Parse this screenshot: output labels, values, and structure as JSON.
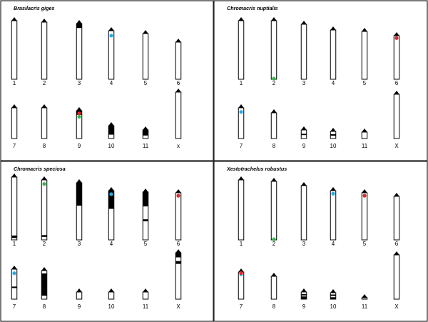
{
  "colors": {
    "blue": "#29abe2",
    "red": "#e8262b",
    "green": "#39b54a",
    "black": "#000000",
    "outline": "#000000"
  },
  "panels": [
    {
      "title": "Brasilacris giges",
      "chromosomes": [
        {
          "label": "1",
          "bands": [],
          "marks": []
        },
        {
          "label": "2",
          "bands": [],
          "marks": []
        },
        {
          "label": "3",
          "bands": [
            [
              0,
              0.08
            ]
          ],
          "marks": []
        },
        {
          "label": "4",
          "bands": [],
          "marks": [
            {
              "color": "blue",
              "at": 0.08
            }
          ]
        },
        {
          "label": "5",
          "bands": [],
          "marks": []
        },
        {
          "label": "6",
          "bands": [],
          "marks": []
        },
        {
          "label": "7",
          "bands": [],
          "marks": []
        },
        {
          "label": "8",
          "bands": [],
          "marks": []
        },
        {
          "label": "9",
          "bands": [
            [
              0,
              0.15
            ]
          ],
          "marks": [
            {
              "color": "red",
              "at": 0.06
            },
            {
              "color": "green",
              "at": 0.18
            }
          ]
        },
        {
          "label": "10",
          "bands": [
            [
              0,
              0.7
            ]
          ],
          "marks": []
        },
        {
          "label": "11",
          "bands": [
            [
              0,
              0.65
            ]
          ],
          "marks": []
        },
        {
          "label": "x",
          "bands": [],
          "marks": []
        }
      ]
    },
    {
      "title": "Chromacris nuptialis",
      "chromosomes": [
        {
          "label": "1",
          "bands": [],
          "marks": []
        },
        {
          "label": "2",
          "bands": [],
          "marks": [
            {
              "color": "green",
              "at": 0.97
            }
          ]
        },
        {
          "label": "3",
          "bands": [],
          "marks": []
        },
        {
          "label": "4",
          "bands": [],
          "marks": []
        },
        {
          "label": "5",
          "bands": [],
          "marks": []
        },
        {
          "label": "6",
          "bands": [],
          "marks": [
            {
              "color": "red",
              "at": 0.03
            }
          ]
        },
        {
          "label": "7",
          "bands": [],
          "marks": [
            {
              "color": "blue",
              "at": 0.1
            }
          ]
        },
        {
          "label": "8",
          "bands": [],
          "marks": []
        },
        {
          "label": "9",
          "bands": [
            [
              0.45,
              0.6
            ]
          ],
          "marks": []
        },
        {
          "label": "10",
          "bands": [
            [
              0.4,
              0.6
            ]
          ],
          "marks": []
        },
        {
          "label": "11",
          "bands": [],
          "marks": []
        },
        {
          "label": "X",
          "bands": [],
          "marks": []
        }
      ]
    },
    {
      "title": "Chromacris speciosa",
      "chromosomes": [
        {
          "label": "1",
          "bands": [
            [
              0.93,
              0.97
            ]
          ],
          "marks": []
        },
        {
          "label": "2",
          "bands": [
            [
              0.92,
              0.95
            ]
          ],
          "marks": [
            {
              "color": "green",
              "at": 0.05
            }
          ]
        },
        {
          "label": "3",
          "bands": [
            [
              0,
              0.4
            ]
          ],
          "marks": []
        },
        {
          "label": "4",
          "bands": [
            [
              0,
              0.37
            ]
          ],
          "marks": [
            {
              "color": "blue",
              "at": 0.05
            }
          ]
        },
        {
          "label": "5",
          "bands": [
            [
              0,
              0.3
            ],
            [
              0.57,
              0.61
            ]
          ],
          "marks": []
        },
        {
          "label": "6",
          "bands": [],
          "marks": [
            {
              "color": "red",
              "at": 0.04
            }
          ]
        },
        {
          "label": "7",
          "bands": [
            [
              0.58,
              0.63
            ]
          ],
          "marks": [
            {
              "color": "blue",
              "at": 0.1
            }
          ]
        },
        {
          "label": "8",
          "bands": [
            [
              0.1,
              0.88
            ]
          ],
          "marks": []
        },
        {
          "label": "9",
          "bands": [],
          "marks": []
        },
        {
          "label": "10",
          "bands": [],
          "marks": []
        },
        {
          "label": "11",
          "bands": [],
          "marks": []
        },
        {
          "label": "X",
          "bands": [
            [
              0,
              0.1
            ],
            [
              0.18,
              0.24
            ]
          ],
          "marks": []
        }
      ]
    },
    {
      "title": "Xestotrachelus robustus",
      "chromosomes": [
        {
          "label": "1",
          "bands": [],
          "marks": []
        },
        {
          "label": "2",
          "bands": [],
          "marks": [
            {
              "color": "green",
              "at": 0.97
            }
          ]
        },
        {
          "label": "3",
          "bands": [],
          "marks": []
        },
        {
          "label": "4",
          "bands": [],
          "marks": [
            {
              "color": "blue",
              "at": 0.04
            }
          ]
        },
        {
          "label": "5",
          "bands": [],
          "marks": [
            {
              "color": "red",
              "at": 0.04
            }
          ]
        },
        {
          "label": "6",
          "bands": [],
          "marks": []
        },
        {
          "label": "7",
          "bands": [],
          "marks": [
            {
              "color": "blue",
              "at": 0.04
            },
            {
              "color": "red",
              "at": 0.0
            }
          ]
        },
        {
          "label": "8",
          "bands": [],
          "marks": []
        },
        {
          "label": "9",
          "bands": [
            [
              0.28,
              0.48
            ],
            [
              0.62,
              1.0
            ]
          ],
          "marks": []
        },
        {
          "label": "10",
          "bands": [
            [
              0.28,
              0.5
            ],
            [
              0.7,
              1.0
            ]
          ],
          "marks": []
        },
        {
          "label": "11",
          "bands": [],
          "marks": []
        },
        {
          "label": "X",
          "bands": [],
          "marks": []
        }
      ]
    }
  ]
}
